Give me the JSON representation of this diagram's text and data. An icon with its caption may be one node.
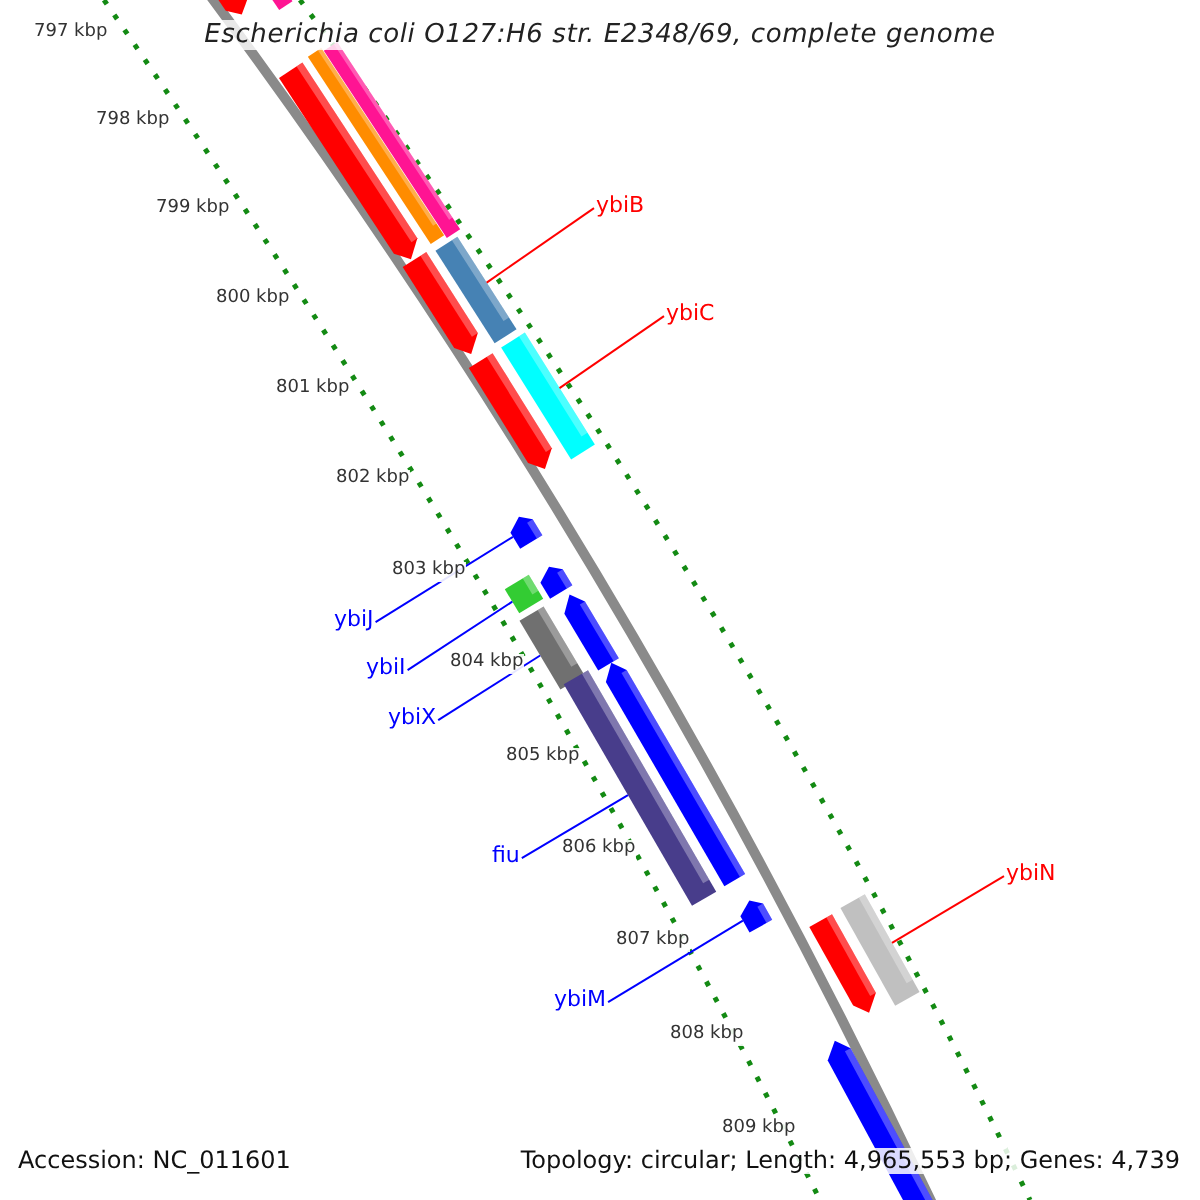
{
  "diagram": {
    "title": "Escherichia coli O127:H6 str. E2348/69, complete genome",
    "nodes": [
      {
        "text": [
          "ybiB"
        ]
      },
      {
        "text": [],
        "shape": "bar"
      },
      {
        "text": [
          "ybiC"
        ]
      },
      {
        "text": [],
        "shape": "bar"
      },
      {
        "text": [
          "ybiJ"
        ]
      },
      {
        "text": [],
        "shape": "bar"
      },
      {
        "text": [
          "ybiI"
        ]
      },
      {
        "text": [],
        "shape": "bar"
      },
      {
        "text": [
          "ybiX"
        ]
      },
      {
        "text": [],
        "shape": "bar"
      },
      {
        "text": [
          "fiu"
        ]
      },
      {
        "text": [],
        "shape": "bar"
      },
      {
        "text": [
          "ybiM"
        ]
      },
      {
        "text": [],
        "shape": "bar"
      },
      {
        "text": [
          "ybiN"
        ]
      },
      {
        "text": [],
        "shape": "bar"
      },
      {
        "text": [],
        "shape": "bar"
      },
      {
        "text": [],
        "shape": "bar"
      },
      {
        "text": [],
        "shape": "bar"
      },
      {
        "text": [],
        "shape": "bar"
      },
      {
        "text": [],
        "shape": "bar"
      },
      {
        "text": [],
        "shape": "bar"
      },
      {
        "text": [],
        "shape": "bar"
      },
      {
        "text": [],
        "shape": "bar"
      },
      {
        "text": [],
        "shape": "bar"
      },
      {
        "text": [],
        "shape": "bar"
      },
      {
        "text": [],
        "shape": "bar"
      },
      {
        "text": [],
        "shape": "bar"
      }
    ],
    "edges": [
      {
        "from": 0,
        "to": 1,
        "arrow": "none",
        "color": "#ff0000"
      },
      {
        "from": 2,
        "to": 3,
        "arrow": "none",
        "color": "#ff0000"
      },
      {
        "from": 4,
        "to": 5,
        "arrow": "none"
      },
      {
        "from": 6,
        "to": 7,
        "arrow": "none"
      },
      {
        "from": 8,
        "to": 9,
        "arrow": "none"
      },
      {
        "from": 10,
        "to": 11,
        "arrow": "none"
      },
      {
        "from": 12,
        "to": 13,
        "arrow": "none"
      },
      {
        "from": 14,
        "to": 15,
        "arrow": "none",
        "color": "#ff0000"
      }
    ],
    "labels": [
      "797 kbp",
      "798 kbp",
      "799 kbp",
      "800 kbp",
      "801 kbp",
      "802 kbp",
      "803 kbp",
      "804 kbp",
      "805 kbp",
      "806 kbp",
      "807 kbp",
      "808 kbp",
      "809 kbp",
      "Accession: NC_011601",
      "Topology: circular; Length: 4,965,553 bp; Genes: 4,739"
    ]
  }
}
